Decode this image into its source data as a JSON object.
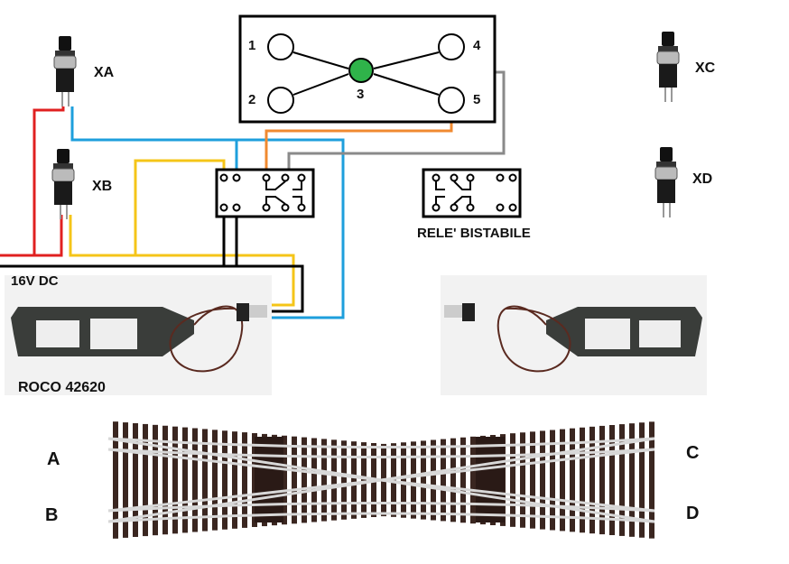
{
  "switch": {
    "contacts": [
      "1",
      "2",
      "3",
      "4",
      "5"
    ]
  },
  "buttons": {
    "xa": "XA",
    "xb": "XB",
    "xc": "XC",
    "xd": "XD"
  },
  "relay_label": "RELE' BISTABILE",
  "power_label": "16V DC",
  "motor_label": "ROCO 42620",
  "track_labels": {
    "a": "A",
    "b": "B",
    "c": "C",
    "d": "D"
  },
  "colors": {
    "red": "#e02020",
    "blue": "#1e9fdc",
    "yellow": "#f5c518",
    "orange": "#f08a30",
    "gray": "#8a8a8a",
    "black": "#000000",
    "green": "#2fb34a"
  }
}
